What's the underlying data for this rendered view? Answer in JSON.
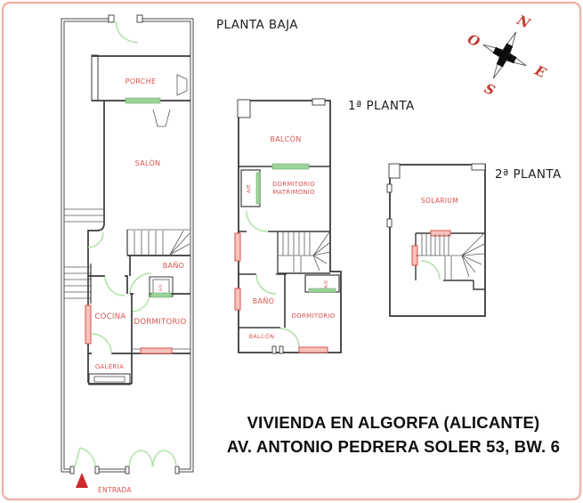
{
  "floors": {
    "ground": {
      "title": "PLANTA BAJA",
      "labels": {
        "porche": "PORCHE",
        "salon": "SALÓN",
        "bano": "BAÑO",
        "ae": "A/E",
        "cocina": "COCINA",
        "dormitorio": "DORMITORIO",
        "galeria": "GALERÍA",
        "entrada": "ENTRADA"
      }
    },
    "first": {
      "title": "1ª PLANTA",
      "labels": {
        "balcon": "BALCÓN",
        "ae": "A/E",
        "dormitorio_matrimonio_l1": "DORMITORIO",
        "dormitorio_matrimonio_l2": "MATRIMONIO",
        "bano": "BAÑO",
        "ae2": "A/E",
        "dormitorio": "DORMITORIO",
        "balcon_posterior": "BALCÓN"
      }
    },
    "second": {
      "title": "2ª PLANTA",
      "labels": {
        "solarium": "SOLARIUM"
      }
    }
  },
  "compass": {
    "north": "N",
    "east": "E",
    "south": "S",
    "west": "O"
  },
  "footer": {
    "line1": "VIVIENDA EN ALGORFA (ALICANTE)",
    "line2": "AV. ANTONIO PEDRERA SOLER 53, BW. 6"
  },
  "colors": {
    "wall": "#3a3a3a",
    "room_label": "#d9534f",
    "door_green": "#b2e0aa",
    "window_green": "#9cd39a",
    "window_red": "#d9504b",
    "border_pink": "#f2b3ab",
    "compass_letter": "#c23b2e",
    "entrance_arrow": "#cc2a2a",
    "title_text": "#1f1f1f"
  }
}
